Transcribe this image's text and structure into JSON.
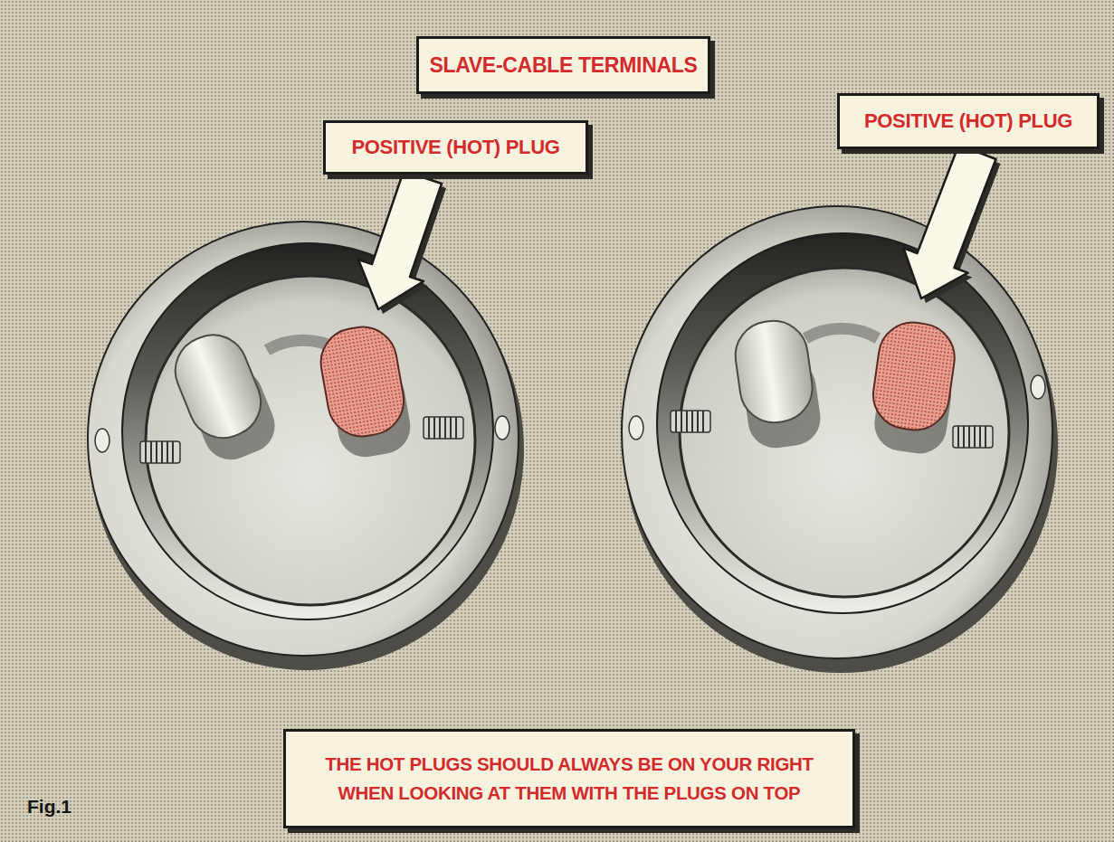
{
  "diagram": {
    "title": "SLAVE-CABLE TERMINALS",
    "caption": "THE HOT PLUGS SHOULD ALWAYS BE ON YOUR RIGHT WHEN LOOKING AT THEM WITH THE PLUGS ON TOP",
    "nodes": [
      {
        "text": [
          "POSITIVE (HOT) PLUG"
        ]
      },
      {
        "text": [
          "POSITIVE (HOT) PLUG"
        ]
      }
    ],
    "labels": [
      "Fig.1"
    ]
  }
}
